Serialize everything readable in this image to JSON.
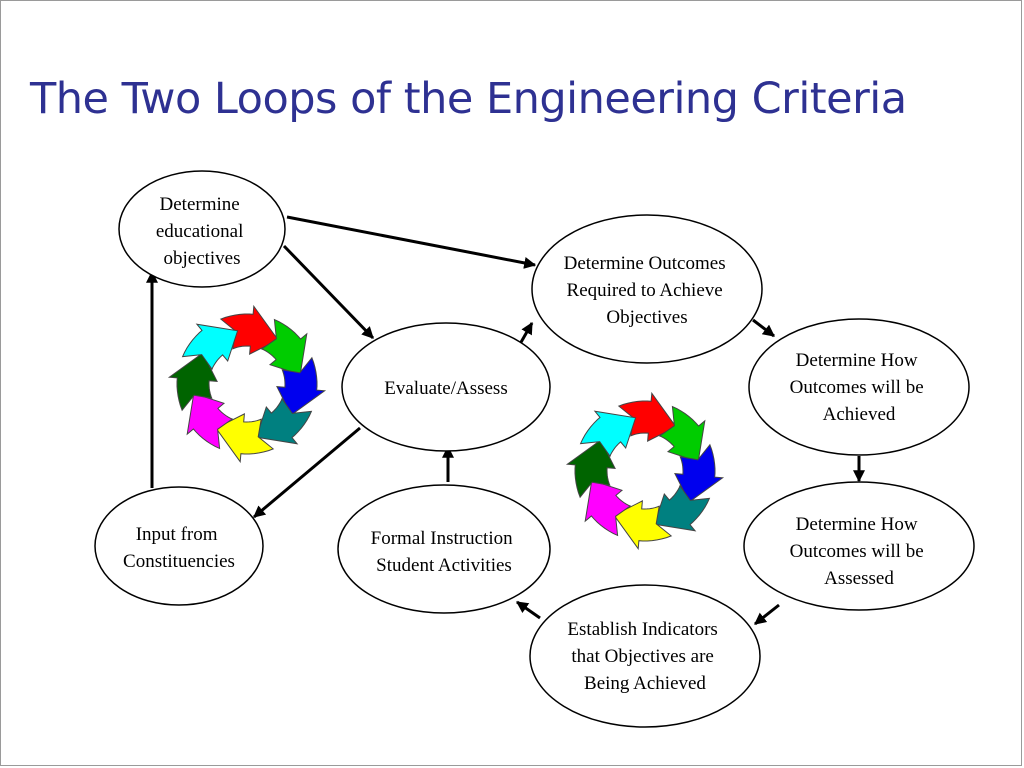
{
  "title": "The Two Loops of the Engineering Criteria",
  "nodes": {
    "objectives": {
      "lines": [
        "Determine",
        "educational",
        "objectives"
      ]
    },
    "outcomes": {
      "lines": [
        "Determine Outcomes",
        "Required to Achieve",
        "Objectives"
      ]
    },
    "evaluate": {
      "lines": [
        "Evaluate/Assess"
      ]
    },
    "achieved": {
      "lines": [
        "Determine How",
        "Outcomes will be",
        "Achieved"
      ]
    },
    "assessed": {
      "lines": [
        "Determine How",
        "Outcomes will be",
        "Assessed"
      ]
    },
    "input": {
      "lines": [
        "Input from",
        "Constituencies"
      ]
    },
    "instruction": {
      "lines": [
        "Formal Instruction",
        "Student Activities"
      ]
    },
    "indicators": {
      "lines": [
        "Establish Indicators",
        "that Objectives are",
        "Being Achieved"
      ]
    }
  },
  "cycle_colors": [
    "#ff0000",
    "#00cc00",
    "#0000ee",
    "#008080",
    "#ffff00",
    "#ff00ff",
    "#006400",
    "#00ffff"
  ]
}
